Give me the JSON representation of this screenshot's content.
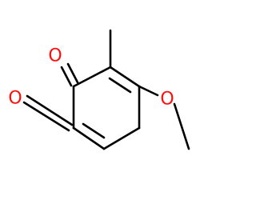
{
  "molecule": {
    "atom_labels": {
      "ketone_o_top": "O",
      "ketone_o_left": "O",
      "methoxy_o": "O"
    },
    "colors": {
      "bond": "#000000",
      "oxygen": "#ff0d0d",
      "background": "#ffffff"
    }
  }
}
